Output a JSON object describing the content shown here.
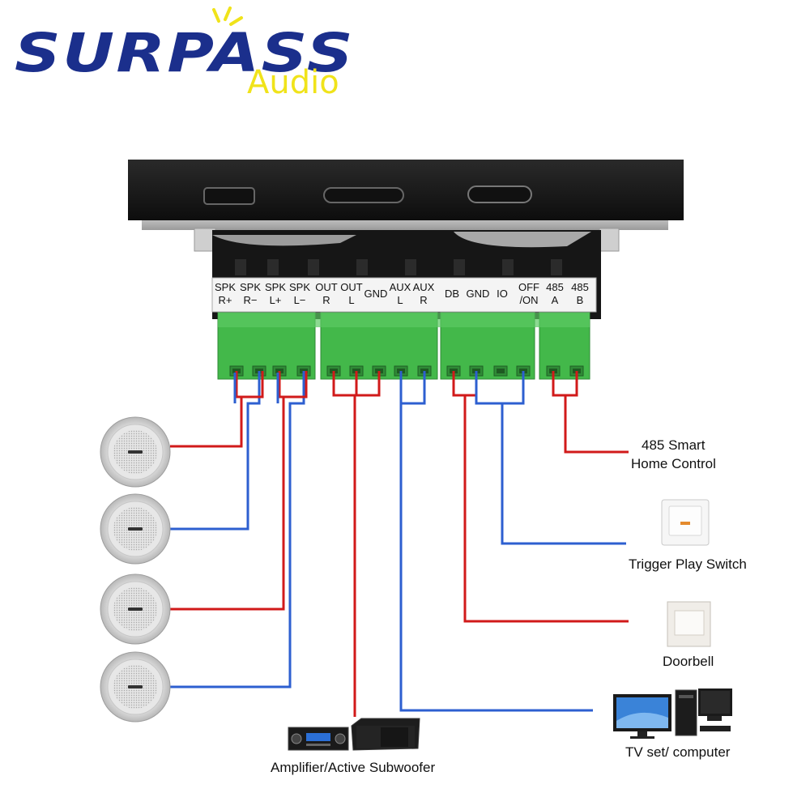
{
  "brand": {
    "name": "SURPASS",
    "sub": "Audio",
    "primary_color": "#1b2f8c",
    "accent_color": "#f0e31a"
  },
  "terminals": [
    {
      "top": "SPK",
      "bottom": "R+"
    },
    {
      "top": "SPK",
      "bottom": "R−"
    },
    {
      "top": "SPK",
      "bottom": "L+"
    },
    {
      "top": "SPK",
      "bottom": "L−"
    },
    {
      "top": "OUT",
      "bottom": "R"
    },
    {
      "top": "OUT",
      "bottom": "L"
    },
    {
      "top": "GND",
      "bottom": ""
    },
    {
      "top": "AUX",
      "bottom": "L"
    },
    {
      "top": "AUX",
      "bottom": "R"
    },
    {
      "top": "DB",
      "bottom": ""
    },
    {
      "top": "GND",
      "bottom": ""
    },
    {
      "top": "IO",
      "bottom": ""
    },
    {
      "top": "OFF",
      "bottom": "/ON"
    },
    {
      "top": "485",
      "bottom": "A"
    },
    {
      "top": "485",
      "bottom": "B"
    }
  ],
  "labels": {
    "smart_home_line1": "485 Smart",
    "smart_home_line2": "Home Control",
    "trigger_switch": "Trigger Play Switch",
    "doorbell": "Doorbell",
    "tv_computer": "TV set/ computer",
    "amplifier": "Amplifier/Active Subwoofer"
  },
  "colors": {
    "wire_red": "#d11a1a",
    "wire_blue": "#2d5fd0",
    "connector_green": "#43b84a"
  },
  "icons": [
    "ceiling-speaker-icon",
    "wall-switch-icon",
    "doorbell-button-icon",
    "monitor-icon",
    "pc-tower-icon",
    "amplifier-icon",
    "subwoofer-icon"
  ]
}
